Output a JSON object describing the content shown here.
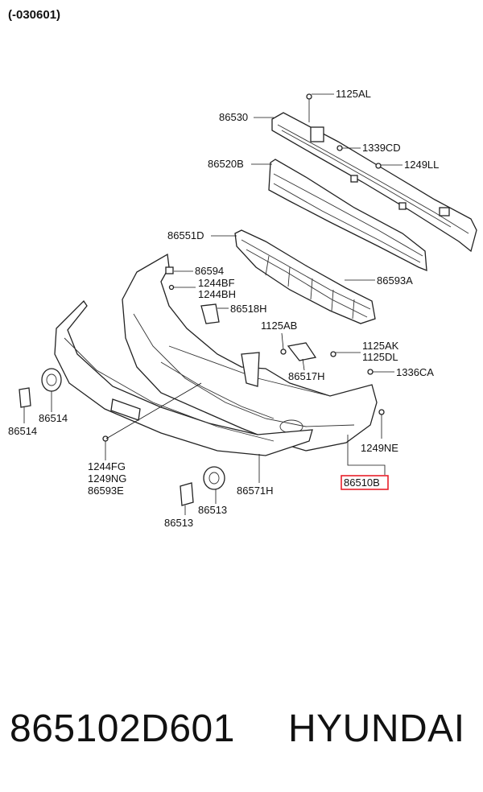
{
  "header_note": "(-030601)",
  "footer": {
    "part_number": "865102D601",
    "brand": "HYUNDAI"
  },
  "highlight_color": "#e8202a",
  "callouts": {
    "c1125AL": "1125AL",
    "c86530": "86530",
    "c1339CD": "1339CD",
    "c86520B": "86520B",
    "c1249LL": "1249LL",
    "c86551D": "86551D",
    "c86594": "86594",
    "c1244BF": "1244BF",
    "c1244BH": "1244BH",
    "c86518H": "86518H",
    "c86593A": "86593A",
    "c1125AB": "1125AB",
    "c1125AK": "1125AK",
    "c1125DL": "1125DL",
    "c86517H": "86517H",
    "c1336CA": "1336CA",
    "c86514a": "86514",
    "c86514b": "86514",
    "c1249NE": "1249NE",
    "c86510B": "86510B",
    "c1244FG": "1244FG",
    "c1249NG": "1249NG",
    "c86593E": "86593E",
    "c86571H": "86571H",
    "c86513a": "86513",
    "c86513b": "86513"
  }
}
